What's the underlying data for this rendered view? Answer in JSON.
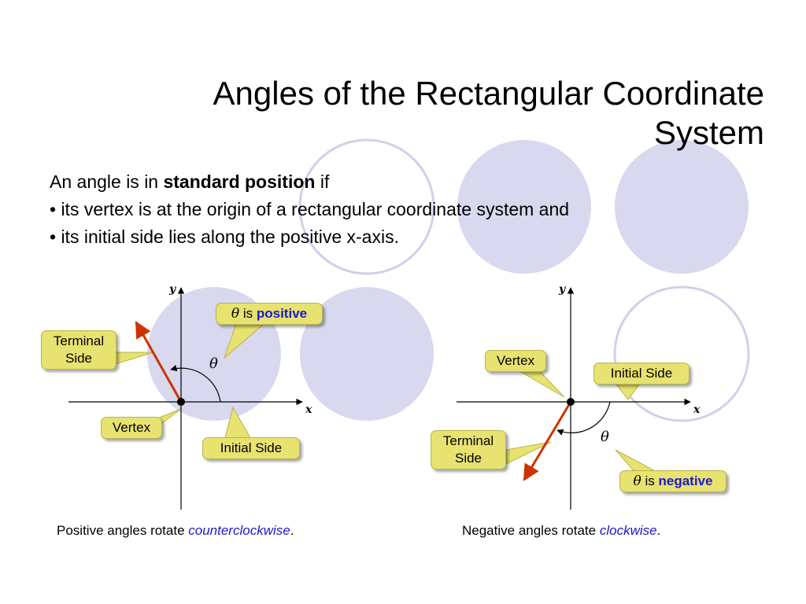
{
  "title": "Angles of the Rectangular Coordinate System",
  "intro": {
    "line1_prefix": "An angle is in ",
    "line1_bold": "standard position",
    "line1_suffix": " if",
    "bullet1": "• its vertex is at the origin of a rectangular coordinate system and",
    "bullet2": "• its initial side lies along the positive x-axis."
  },
  "left_diagram": {
    "y_label": "y",
    "x_label": "x",
    "theta_label": "θ",
    "callouts": {
      "terminal_side_line1": "Terminal",
      "terminal_side_line2": "Side",
      "vertex": "Vertex",
      "initial_side": "Initial Side",
      "theta_symbol": "θ",
      "theta_is": " is ",
      "theta_sign": "positive"
    },
    "caption_prefix": "Positive angles rotate ",
    "caption_emphasis": "counterclockwise",
    "caption_suffix": "."
  },
  "right_diagram": {
    "y_label": "y",
    "x_label": "x",
    "theta_label": "θ",
    "callouts": {
      "terminal_side_line1": "Terminal",
      "terminal_side_line2": "Side",
      "vertex": "Vertex",
      "initial_side": "Initial Side",
      "theta_symbol": "θ",
      "theta_is": " is ",
      "theta_sign": "negative"
    },
    "caption_prefix": "Negative angles rotate ",
    "caption_emphasis": "clockwise",
    "caption_suffix": "."
  },
  "colors": {
    "circle_fill": "#d8d8ee",
    "circle_stroke": "#d0d0ea",
    "terminal_side": "#cc3300",
    "callout_fill": "#e8e270",
    "emphasis_blue": "#1a1ad0"
  }
}
